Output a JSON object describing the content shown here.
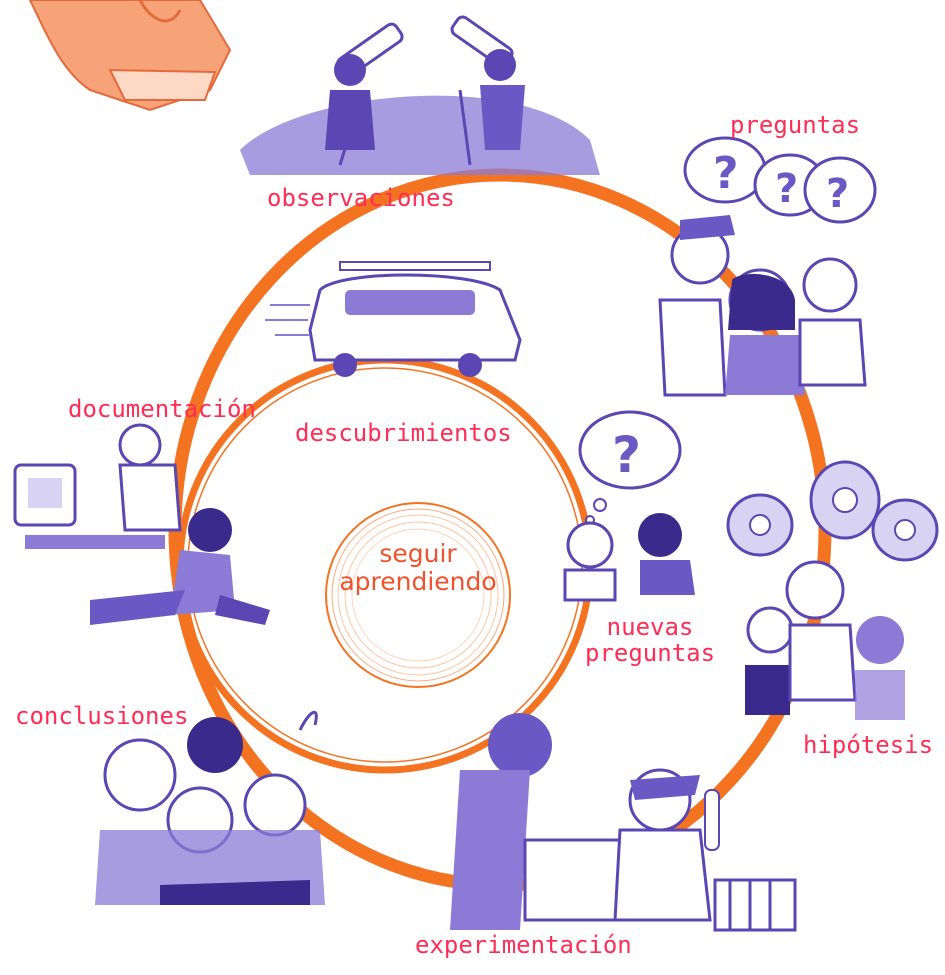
{
  "diagram": {
    "accent_color": "#f47321",
    "label_color": "#ff2d55",
    "illustration_color": "#6a58c4",
    "steps": [
      {
        "id": "observaciones",
        "label": "observaciones"
      },
      {
        "id": "preguntas",
        "label": "preguntas"
      },
      {
        "id": "hipotesis",
        "label": "hipótesis"
      },
      {
        "id": "experimentacion",
        "label": "experimentación"
      },
      {
        "id": "conclusiones",
        "label": "conclusiones"
      },
      {
        "id": "documentacion",
        "label": "documentación"
      }
    ],
    "inner": {
      "descubrimientos": "descubrimientos",
      "nuevas_preguntas_line1": "nuevas",
      "nuevas_preguntas_line2": "preguntas"
    },
    "center": {
      "line1": "seguir",
      "line2": "aprendiendo"
    },
    "icons": [
      "children-telescope-icon",
      "thinking-children-question-icon",
      "lightbulb-idea-children-icon",
      "scientists-lab-icon",
      "happy-group-children-icon",
      "computer-typing-icon",
      "van-icon",
      "child-reading-icon"
    ]
  }
}
